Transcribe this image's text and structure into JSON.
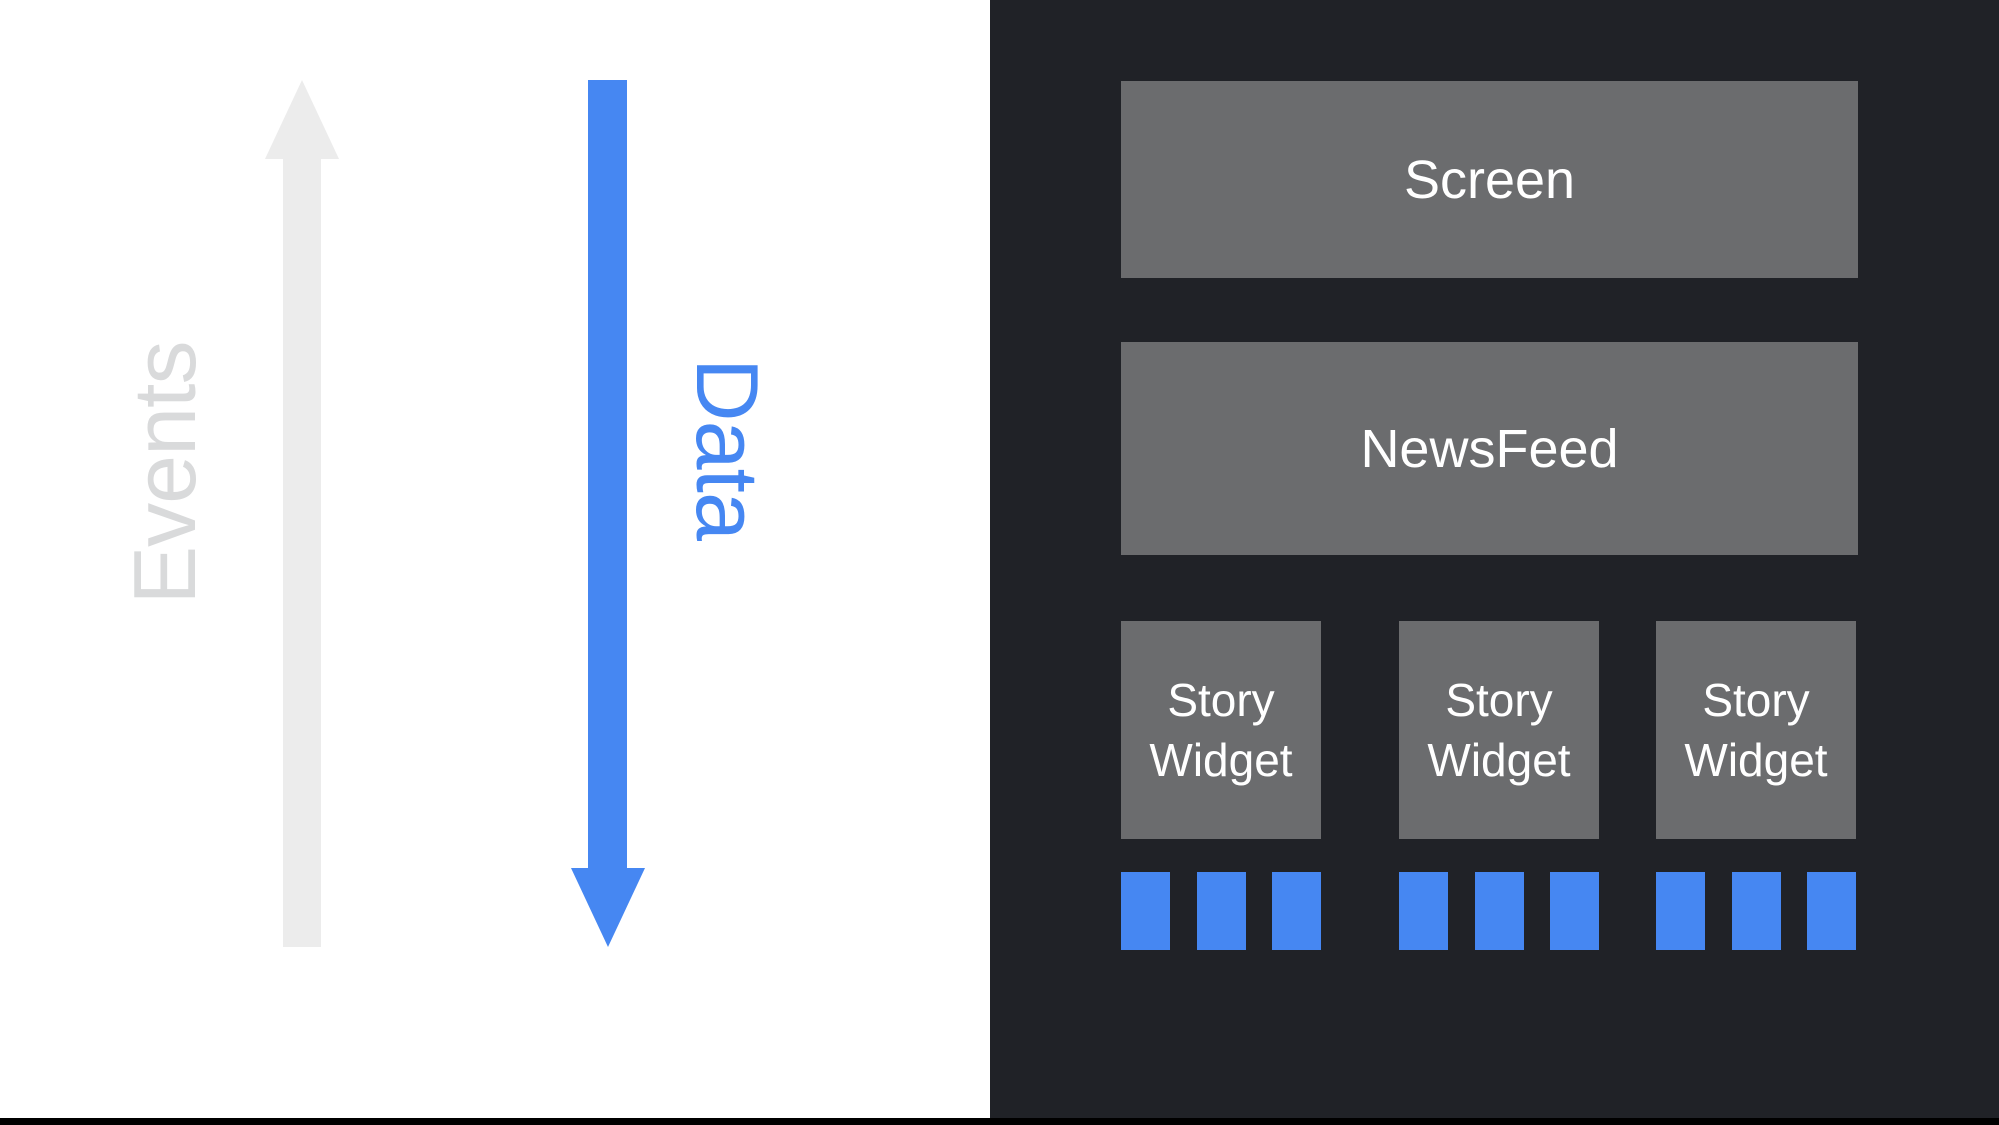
{
  "flow": {
    "events_label": "Events",
    "data_label": "Data"
  },
  "tree": {
    "screen_label": "Screen",
    "newsfeed_label": "NewsFeed",
    "story_widgets": [
      {
        "line1": "Story",
        "line2": "Widget"
      },
      {
        "line1": "Story",
        "line2": "Widget"
      },
      {
        "line1": "Story",
        "line2": "Widget"
      }
    ],
    "items_per_story_widget": 3
  },
  "colors": {
    "left_background": "#FFFFFF",
    "panel_background": "#202227",
    "box_gray": "#6B6C6E",
    "box_text_white": "#FFFFFF",
    "events_text_gray": "#D9DADB",
    "events_arrow_gray": "#ECECEC",
    "data_blue": "#4687F2",
    "bottom_bar_black": "#000000"
  }
}
